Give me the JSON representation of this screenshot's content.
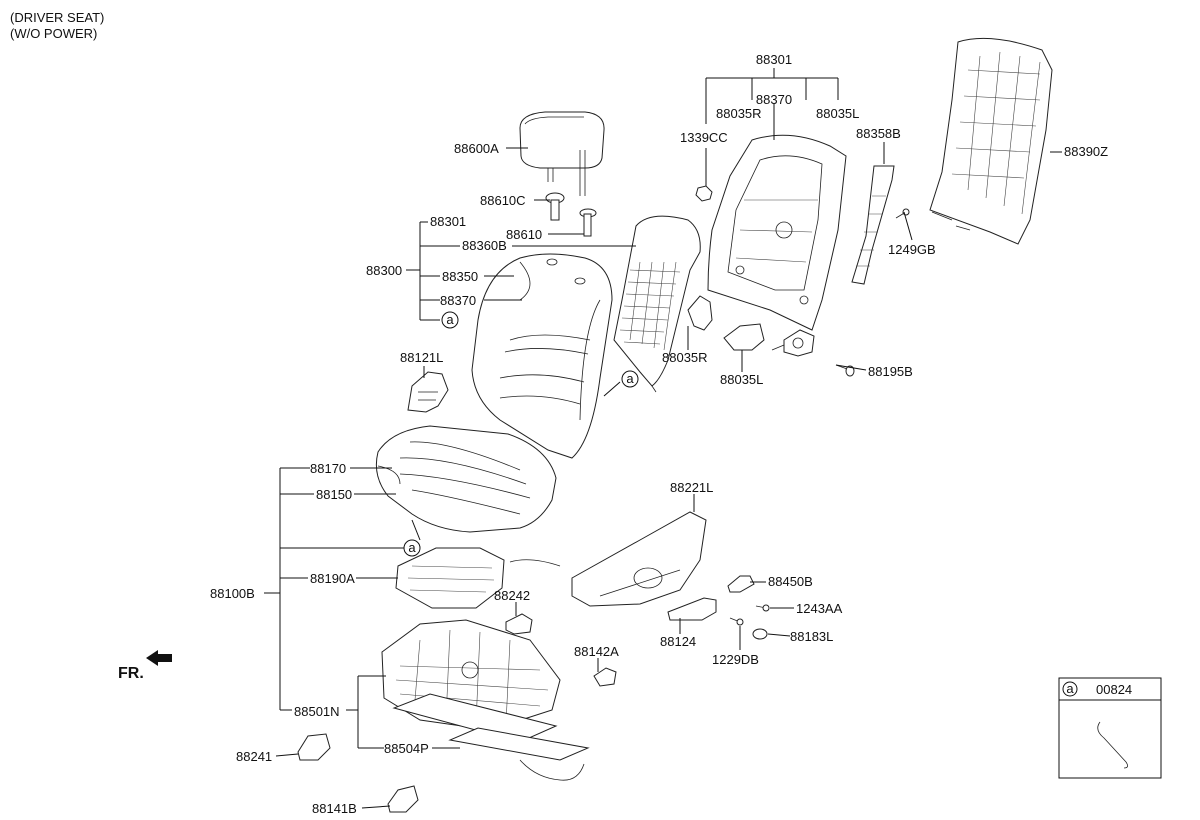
{
  "header": {
    "line1": "(DRIVER SEAT)",
    "line2": "(W/O POWER)"
  },
  "direction": {
    "label": "FR."
  },
  "callout_marker": "a",
  "legend": {
    "marker": "a",
    "code": "00824"
  },
  "parts": {
    "p88301_top": "88301",
    "p88035R_top": "88035R",
    "p88370_top": "88370",
    "p88035L_top": "88035L",
    "p1339CC": "1339CC",
    "p88358B": "88358B",
    "p1249GB": "1249GB",
    "p88390Z": "88390Z",
    "p88600A": "88600A",
    "p88610C": "88610C",
    "p88610": "88610",
    "p88301": "88301",
    "p88360B": "88360B",
    "p88300": "88300",
    "p88350": "88350",
    "p88370": "88370",
    "p88121L": "88121L",
    "p88035R": "88035R",
    "p88035L": "88035L",
    "p88195B": "88195B",
    "p88170": "88170",
    "p88150": "88150",
    "p88100B": "88100B",
    "p88190A": "88190A",
    "p88221L": "88221L",
    "p88450B": "88450B",
    "p1243AA": "1243AA",
    "p88242": "88242",
    "p88124": "88124",
    "p88183L": "88183L",
    "p1229DB": "1229DB",
    "p88142A": "88142A",
    "p88501N": "88501N",
    "p88504P": "88504P",
    "p88241": "88241",
    "p88141B": "88141B"
  }
}
